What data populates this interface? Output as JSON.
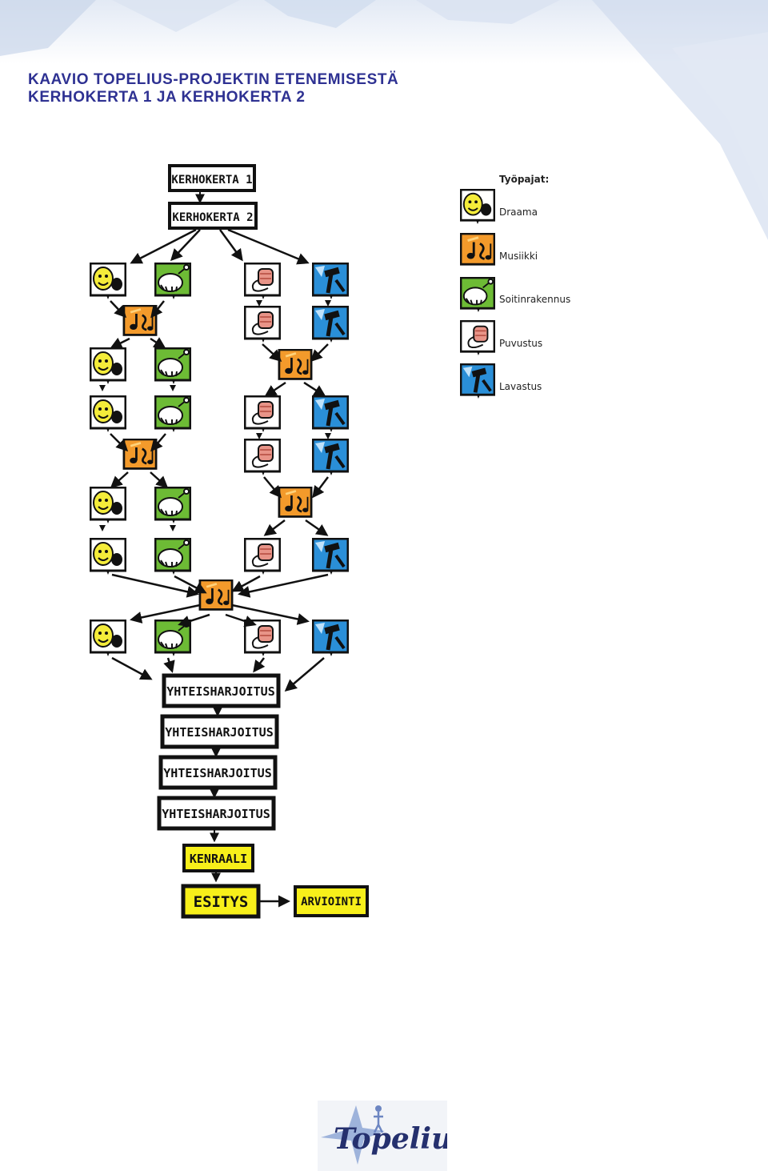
{
  "header": {
    "title_line1": "KAAVIO TOPELIUS-PROJEKTIN ETENEMISESTÄ",
    "title_line2": "KERHOKERTA 1 JA KERHOKERTA 2"
  },
  "diagram": {
    "sessions": [
      "KERHOKERTA 1",
      "KERHOKERTA 2"
    ],
    "rehearsals": [
      "YHTEISHARJOITUS",
      "YHTEISHARJOITUS",
      "YHTEISHARJOITUS",
      "YHTEISHARJOITUS"
    ],
    "dress_rehearsal": "KENRAALI",
    "performance": "ESITYS",
    "evaluation": "ARVIOINTI"
  },
  "legend": {
    "title": "Työpajat:",
    "items": [
      {
        "label": "Draama",
        "icon": "drama-mask-icon",
        "color": "#f4ec3a"
      },
      {
        "label": "Musiikki",
        "icon": "music-notes-icon",
        "color": "#f39a2b"
      },
      {
        "label": "Soitinrakennus",
        "icon": "drum-icon",
        "color": "#6dbb35"
      },
      {
        "label": "Puvustus",
        "icon": "thread-spool-icon",
        "color": "#e8d8d4"
      },
      {
        "label": "Lavastus",
        "icon": "hammer-icon",
        "color": "#2a8fd8"
      }
    ]
  },
  "logo": {
    "text": "Topelius"
  }
}
